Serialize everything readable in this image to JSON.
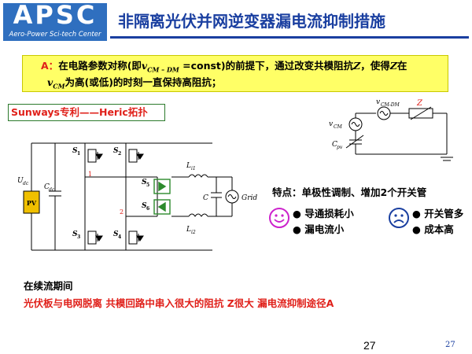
{
  "header": {
    "logo_text": "APSC",
    "logo_subtitle": "Aero-Power Sci-tech Center",
    "title": "非隔离光伏并网逆变器漏电流抑制措施"
  },
  "note": {
    "prefix": "A：",
    "line1_a": "在电路参数对称(即",
    "line1_v": "v",
    "line1_sub": "CM – DM",
    "line1_b": " =const)的前提下，通过改变共模阻抗",
    "line1_z1": "Z",
    "line1_c": "，使得",
    "line1_z2": "Z",
    "line1_d": "在",
    "line2_v": "v",
    "line2_sub": "CM",
    "line2_a": "为高(或低)的时刻一直保持高阻抗；"
  },
  "patent": {
    "label": "Sunways专利——Heric拓扑"
  },
  "circuit": {
    "udc": "U",
    "udc_sub": "dc",
    "cdc": "C",
    "cdc_sub": "dc",
    "pv": "PV",
    "s1": "S",
    "s1_sub": "1",
    "s2": "S",
    "s2_sub": "2",
    "s3": "S",
    "s3_sub": "3",
    "s4": "S",
    "s4_sub": "4",
    "s5": "S",
    "s5_sub": "5",
    "s6": "S",
    "s6_sub": "6",
    "node1": "1",
    "node2": "2",
    "l1": "L",
    "l1_sub": "i1",
    "l2": "L",
    "l2_sub": "i2",
    "c": "C",
    "grid": "Grid"
  },
  "cm_model": {
    "vcmdm": "v",
    "vcmdm_sub": "CM-DM",
    "z": "Z",
    "vcm": "v",
    "vcm_sub": "CM",
    "cpv": "C",
    "cpv_sub": "pv"
  },
  "features": {
    "title": "特点：单极性调制、增加2个开关管",
    "pros": [
      "导通损耗小",
      "漏电流小"
    ],
    "cons": [
      "开关管多",
      "成本高"
    ]
  },
  "bottom": {
    "line1": "在续流期间",
    "line2": "光伏板与电网脱离    共模回路中串入很大的阻抗    Z很大    漏电流抑制途径A"
  },
  "page": {
    "number": "27",
    "number_small": "27"
  },
  "colors": {
    "title_blue": "#1a3fa0",
    "logo_blue": "#2f6fbf",
    "note_yellow": "#ffff66",
    "accent_red": "#e0201a",
    "switch_green": "#2c8a2c",
    "smiley_magenta": "#cc22cc",
    "frown_blue": "#1a3fa0"
  }
}
